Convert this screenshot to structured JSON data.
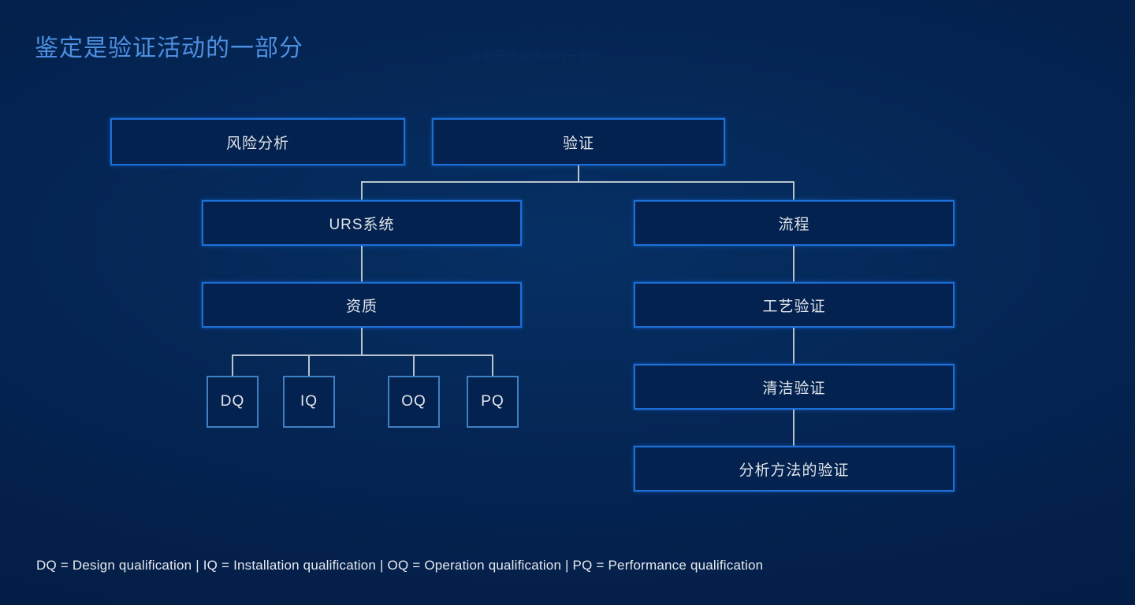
{
  "slide": {
    "title": "鉴定是验证活动的一部分",
    "ghost_text": "鉴定是验证活动的一部分",
    "background_color": "#04204a",
    "title_color": "#4d8fe0",
    "node_border_color": "#1d6fd8",
    "leaf_border_color": "#3f7fc4",
    "connector_color": "#b9c3cc",
    "node_text_color": "#dfe4ea"
  },
  "diagram": {
    "nodes": {
      "risk_analysis": "风险分析",
      "validation": "验证",
      "urs_system": "URS系统",
      "process": "流程",
      "qualification": "资质",
      "process_validation": "工艺验证",
      "cleaning_validation": "清洁验证",
      "analytical_method_validation": "分析方法的验证"
    },
    "leaves": [
      {
        "key": "dq",
        "label": "DQ"
      },
      {
        "key": "iq",
        "label": "IQ"
      },
      {
        "key": "oq",
        "label": "OQ"
      },
      {
        "key": "pq",
        "label": "PQ"
      }
    ]
  },
  "legend": {
    "text": "DQ = Design qualification | IQ = Installation qualification | OQ = Operation qualification | PQ = Performance qualification",
    "entries": [
      {
        "abbr": "DQ",
        "meaning": "Design qualification"
      },
      {
        "abbr": "IQ",
        "meaning": "Installation qualification"
      },
      {
        "abbr": "OQ",
        "meaning": "Operation qualification"
      },
      {
        "abbr": "PQ",
        "meaning": "Performance qualification"
      }
    ]
  }
}
